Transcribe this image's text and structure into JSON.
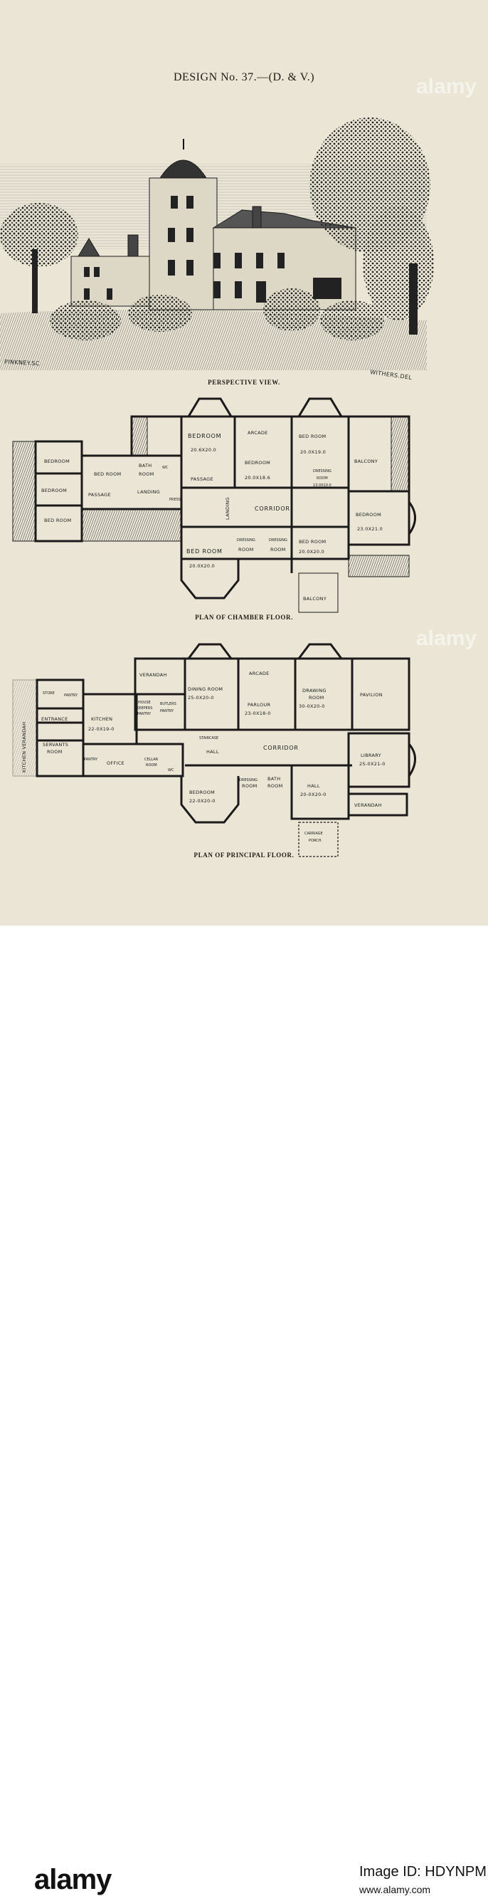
{
  "design_title": "DESIGN No. 37.—(D. & V.)",
  "perspective": {
    "caption": "PERSPECTIVE VIEW.",
    "engraver": "PINKNEY.SC",
    "draughtsman": "WITHERS.DEL"
  },
  "chamber_floor": {
    "caption": "PLAN OF CHAMBER FLOOR.",
    "rooms": {
      "bedroom_a": "BEDROOM",
      "bedroom_b": "BEDROOM",
      "bedroom_c": "BED ROOM",
      "bedroom_d": "BED ROOM",
      "passage_w": "PASSAGE",
      "bath": "BATH",
      "bath2": "ROOM",
      "landing_w": "LANDING",
      "bedroom_n": "BEDROOM",
      "bedroom_n_size": "20.6X20.0",
      "passage_n": "PASSAGE",
      "arcade": "ARCADE",
      "bedroom_mid": "BEDROOM",
      "bedroom_mid_size": "20.0X18.6",
      "bedroom_ne": "BED ROOM",
      "bedroom_ne_size": "20.0X19.0",
      "dressing_ne": "DRESSING",
      "dressing_ne2": "ROOM",
      "dressing_ne_size": "13.0X10.0",
      "balcony_e": "BALCONY",
      "landing": "LANDING",
      "corridor": "CORRIDOR",
      "bedroom_e": "BEDROOM",
      "bedroom_e_size": "23.0X21.0",
      "dressing1": "DRESSING",
      "dressing1b": "ROOM",
      "dressing2": "DRESSING",
      "dressing2b": "ROOM",
      "bedroom_s": "BED ROOM",
      "bedroom_s_size": "20.0X20.0",
      "bedroom_sw": "BED ROOM",
      "bedroom_sw_size": "20.0X20.0",
      "balcony_s": "BALCONY",
      "press": "PRESS",
      "wc": "WC"
    }
  },
  "principal_floor": {
    "caption": "PLAN OF PRINCIPAL FLOOR.",
    "rooms": {
      "kitchen_verandah": "KITCHEN VERANDAH",
      "store": "STORE",
      "pantry": "PANTRY",
      "entrance": "ENTRANCE",
      "kitchen": "KITCHEN",
      "kitchen_size": "22-0X19-0",
      "servants": "SERVANTS",
      "servants2": "ROOM",
      "pantry2": "PANTRY",
      "office": "OFFICE",
      "cellar": "CELLAR",
      "cellar2": "ROOM",
      "wc": "WC",
      "verandah": "VERANDAH",
      "house": "HOUSE",
      "keepers": "KEEPERS",
      "pantry3": "PANTRY",
      "butlers": "BUTLERS",
      "butlers_pantry": "PANTRY",
      "dining": "DINING ROOM",
      "dining_size": "25-0X20-0",
      "arcade": "ARCADE",
      "parlour": "PARLOUR",
      "parlour_size": "23-0X18-0",
      "drawing": "DRAWING",
      "drawing2": "ROOM",
      "drawing_size": "30-0X20-0",
      "pavilion": "PAVILION",
      "staircase": "STAIRCASE",
      "staircase2": "HALL",
      "corridor": "CORRIDOR",
      "library": "LIBRARY",
      "library_size": "25-0X21-0",
      "dressing": "DRESSING",
      "dressing2": "ROOM",
      "bath": "BATH",
      "bath2": "ROOM",
      "hall": "HALL",
      "hall_size": "20-0X20-0",
      "bedroom": "BEDROOM",
      "bedroom_size": "22-0X20-0",
      "verandah_e": "VERANDAH",
      "carriage": "CARRIAGE",
      "porch": "PORCH."
    }
  },
  "watermark": "alamy",
  "footer": {
    "logo": "alamy",
    "image_id": "Image ID: HDYNPM",
    "url": "www.alamy.com"
  }
}
